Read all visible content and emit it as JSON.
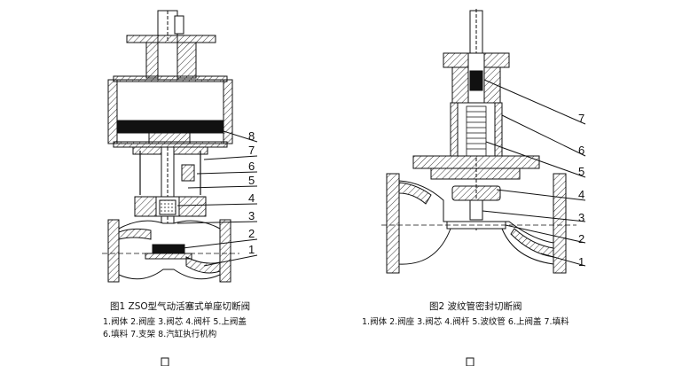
{
  "figure1": {
    "caption": "图1  ZSO型气动活塞式单座切断阀",
    "legend_line1": "1.阀体 2.阀座 3.阀芯 4.阀杆 5.上阀盖",
    "legend_line2": "6.填料 7.支架 8.汽缸执行机构",
    "callouts": [
      "8",
      "7",
      "6",
      "5",
      "4",
      "3",
      "2",
      "1"
    ]
  },
  "figure2": {
    "caption": "图2  波纹管密封切断阀",
    "legend_line1": "1.阀体 2.阀座 3.阀芯 4.阀杆 5.波纹管 6.上阀盖 7.填料",
    "callouts": [
      "7",
      "6",
      "5",
      "4",
      "3",
      "2",
      "1"
    ]
  }
}
